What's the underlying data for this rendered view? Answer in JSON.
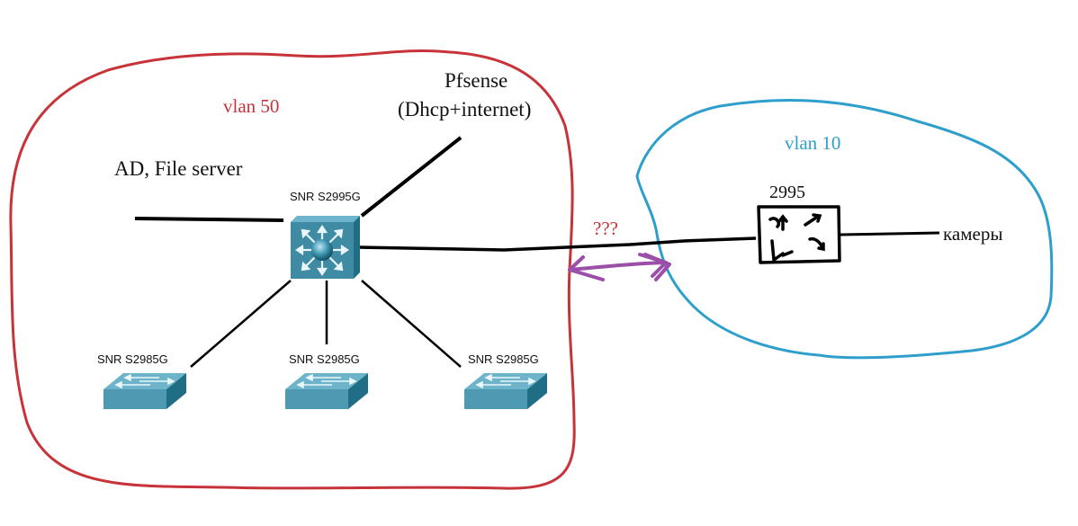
{
  "zones": {
    "vlan50": {
      "label": "vlan 50",
      "color": "#c8333a"
    },
    "vlan10": {
      "label": "vlan 10",
      "color": "#2e9fcc"
    }
  },
  "devices": {
    "core_switch": {
      "label": "SNR S2995G",
      "type": "L3 switch"
    },
    "access_switches": [
      {
        "label": "SNR S2985G"
      },
      {
        "label": "SNR S2985G"
      },
      {
        "label": "SNR S2985G"
      }
    ],
    "remote_switch": {
      "label": "2995"
    }
  },
  "endpoints": {
    "ad_server": {
      "label": "AD, File server"
    },
    "pfsense_line1": {
      "label": "Pfsense"
    },
    "pfsense_line2": {
      "label": "(Dhcp+internet)"
    },
    "cameras": {
      "label": "камеры"
    }
  },
  "annotations": {
    "question": {
      "label": "???",
      "color": "#c8333a"
    },
    "arrow_color": "#9b4fa8"
  },
  "colors": {
    "switch_front": "#3f8ba3",
    "switch_top": "#6db3c9",
    "switch_side": "#1f6e86",
    "link": "#000000"
  }
}
